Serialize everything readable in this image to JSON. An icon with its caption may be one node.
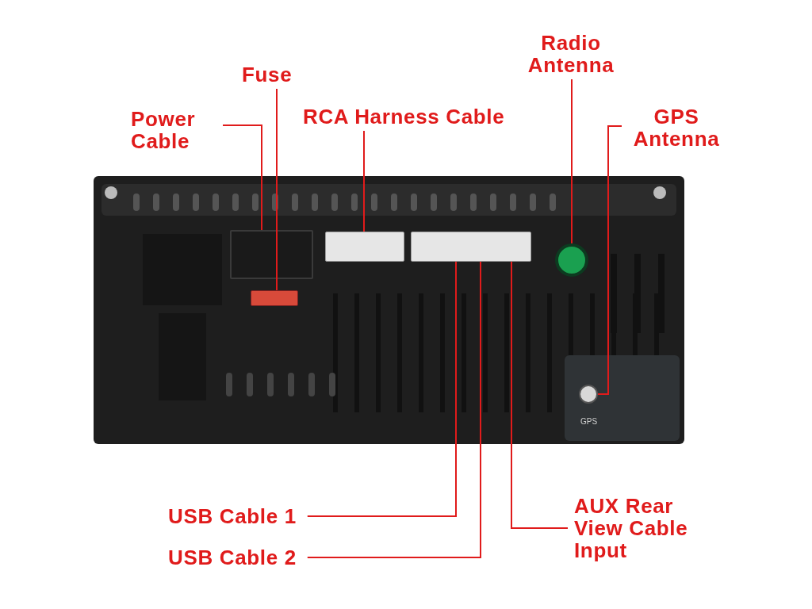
{
  "diagram": {
    "nodes": [
      {
        "text": [
          "Power Cable"
        ]
      },
      {
        "text": [
          "Fuse"
        ]
      },
      {
        "text": [
          "RCA Harness Cable"
        ]
      },
      {
        "text": [
          "Radio Antenna"
        ]
      },
      {
        "text": [
          "GPS Antenna"
        ]
      },
      {
        "text": [
          "USB Cable 1"
        ]
      },
      {
        "text": [
          "USB Cable 2"
        ]
      },
      {
        "text": [
          "AUX Rear View Cable Input"
        ]
      },
      {
        "text": [],
        "shape": "box"
      },
      {
        "text": [],
        "shape": "box"
      },
      {
        "text": [],
        "shape": "box"
      },
      {
        "text": [],
        "shape": "box"
      },
      {
        "text": [],
        "shape": "circle"
      },
      {
        "text": [],
        "shape": "circle"
      }
    ],
    "edges": [
      {
        "from": 0,
        "to": 8,
        "arrow": "none"
      },
      {
        "from": 1,
        "to": 9,
        "arrow": "none"
      },
      {
        "from": 2,
        "to": 10,
        "arrow": "none"
      },
      {
        "from": 3,
        "to": 12,
        "arrow": "none"
      },
      {
        "from": 4,
        "to": 13,
        "arrow": "none"
      },
      {
        "from": 5,
        "to": 11,
        "arrow": "none"
      },
      {
        "from": 6,
        "to": 11,
        "arrow": "none"
      },
      {
        "from": 7,
        "to": 11,
        "arrow": "none"
      }
    ],
    "labels": [
      "GPS"
    ]
  }
}
